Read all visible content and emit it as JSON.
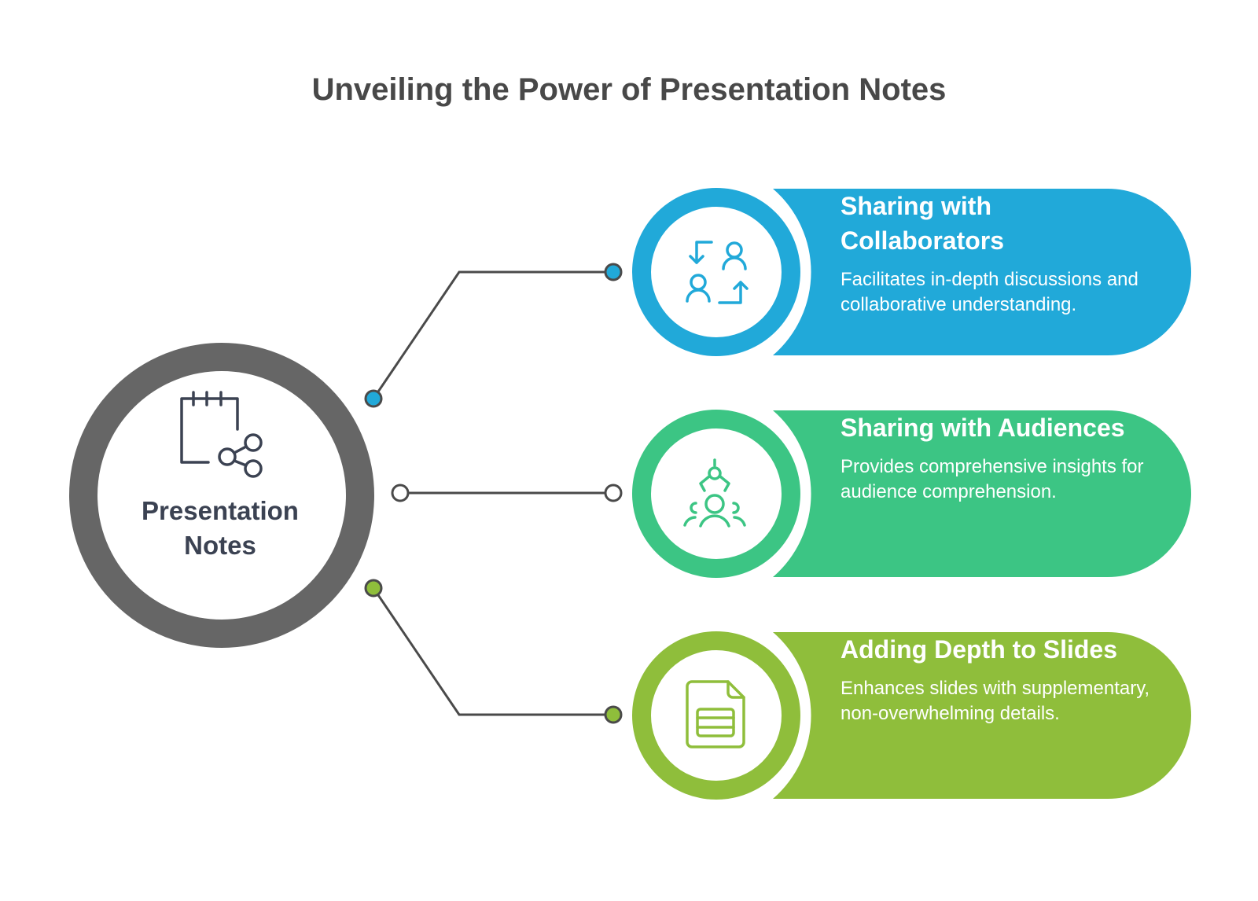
{
  "title": "Unveiling the Power of Presentation Notes",
  "colors": {
    "center_ring": "#666666",
    "connector": "#4a4a4a",
    "blue": "#21a9d9",
    "green": "#3cc584",
    "lime": "#8fbe3b"
  },
  "center": {
    "label": "Presentation Notes",
    "icon": "notepad-share-icon"
  },
  "items": [
    {
      "title": "Sharing with Collaborators",
      "description": "Facilitates in-depth discussions and collaborative understanding.",
      "icon": "user-exchange-icon",
      "color": "#21a9d9"
    },
    {
      "title": "Sharing with Audiences",
      "description": "Provides comprehensive insights for audience comprehension.",
      "icon": "audience-presenter-icon",
      "color": "#3cc584"
    },
    {
      "title": "Adding Depth to Slides",
      "description": "Enhances slides with supplementary, non-overwhelming details.",
      "icon": "document-icon",
      "color": "#8fbe3b"
    }
  ]
}
